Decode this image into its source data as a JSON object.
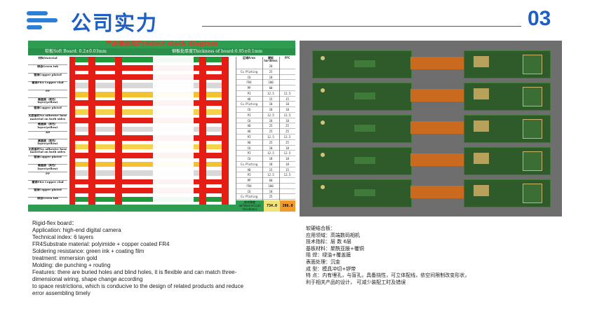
{
  "header": {
    "title": "公司实力",
    "page_number": "03",
    "accent_color": "#1d5fc4"
  },
  "stack_diagram": {
    "title": "产品叠层图Product stack diagram",
    "soft_board_label": "软板Soft Board: 0.2±0.03mm",
    "thickness_label": "钢板处厚度Thickness of board:0.95±0.1mm",
    "layer_labels": [
      "材料Material",
      "绿油Green ink",
      "镀铜Copper plated",
      "覆铜FR4 Copper clad",
      "PP",
      "覆盖膜（黄色）layer(yellow)",
      "镀铜Copper plated",
      "无胶基材No adhesive base material on both sides",
      "覆盖膜（黄色）layer(yellow)",
      "AD",
      "覆盖膜（黄色）layer(yellow)",
      "无胶基材No adhesive base material on both sides",
      "镀铜Copper plated",
      "覆盖膜（黄色）layer(yellow)",
      "PP",
      "覆铜FR4 Copper clad",
      "镀铜Copper plated",
      "绿油Green ink"
    ],
    "table_headers": [
      "区域Area",
      "硬板 hardness",
      "FPC"
    ],
    "table_rows": [
      [
        "",
        "20",
        ""
      ],
      [
        "Cu Plating",
        "25",
        ""
      ],
      [
        "CU",
        "18",
        ""
      ],
      [
        "FR4",
        "100",
        ""
      ],
      [
        "PP",
        "60",
        ""
      ],
      [
        "PI",
        "12.5",
        "12.5"
      ],
      [
        "AD",
        "15",
        "15"
      ],
      [
        "Cu Plating",
        "18",
        "18"
      ],
      [
        "CU",
        "18",
        "18"
      ],
      [
        "PI",
        "12.5",
        "12.5"
      ],
      [
        "CU",
        "18",
        "18"
      ],
      [
        "AD",
        "25",
        "25"
      ],
      [
        "AD",
        "25",
        "25"
      ],
      [
        "PI",
        "12.5",
        "12.5"
      ],
      [
        "AD",
        "25",
        "25"
      ],
      [
        "CU",
        "18",
        "18"
      ],
      [
        "PI",
        "12.5",
        "12.5"
      ],
      [
        "CU",
        "18",
        "18"
      ],
      [
        "Cu Plating",
        "18",
        "18"
      ],
      [
        "AD",
        "15",
        "15"
      ],
      [
        "PI",
        "12.5",
        "12.5"
      ],
      [
        "PP",
        "60",
        ""
      ],
      [
        "FR4",
        "100",
        ""
      ],
      [
        "CU",
        "18",
        ""
      ],
      [
        "Cu Plating",
        "25",
        ""
      ],
      [
        "",
        "20",
        ""
      ]
    ],
    "table_footer": [
      "软合厚度 umTheoretical thickness",
      "734.0",
      "286.0"
    ]
  },
  "english_text": [
    "Rigid-flex board：",
    "Application: high-end digital camera",
    "Technical index: 6 layers",
    "FR4Substrate material: polyimide + copper coated FR4",
    "Soldering resistance: green ink + coating film",
    "treatment:  immersion gold",
    "Molding: die punching + routing",
    "Features: there are buried holes and blind holes, it is flexible and can match three-",
    "dimensional wiring, shape change according",
    "to space restrictions, which is conducive to the design of related products and reduce",
    "error assembling timely"
  ],
  "chinese_text": [
    "软硬结合板：",
    "应用领域：高端数码相机",
    "技术指标：层   数     6层",
    "基板材料：聚酰亚胺+覆铜",
    "阻     焊：绿油+覆盖膜",
    "表面处理：沉金",
    "成     型：模具冲切+锣带",
    "特     点：内有埋孔，与盲孔，具备挠性，可立体配线，依空间限制改变形状，",
    "利于相关产品的设计，  可减少装配工时及错误"
  ]
}
